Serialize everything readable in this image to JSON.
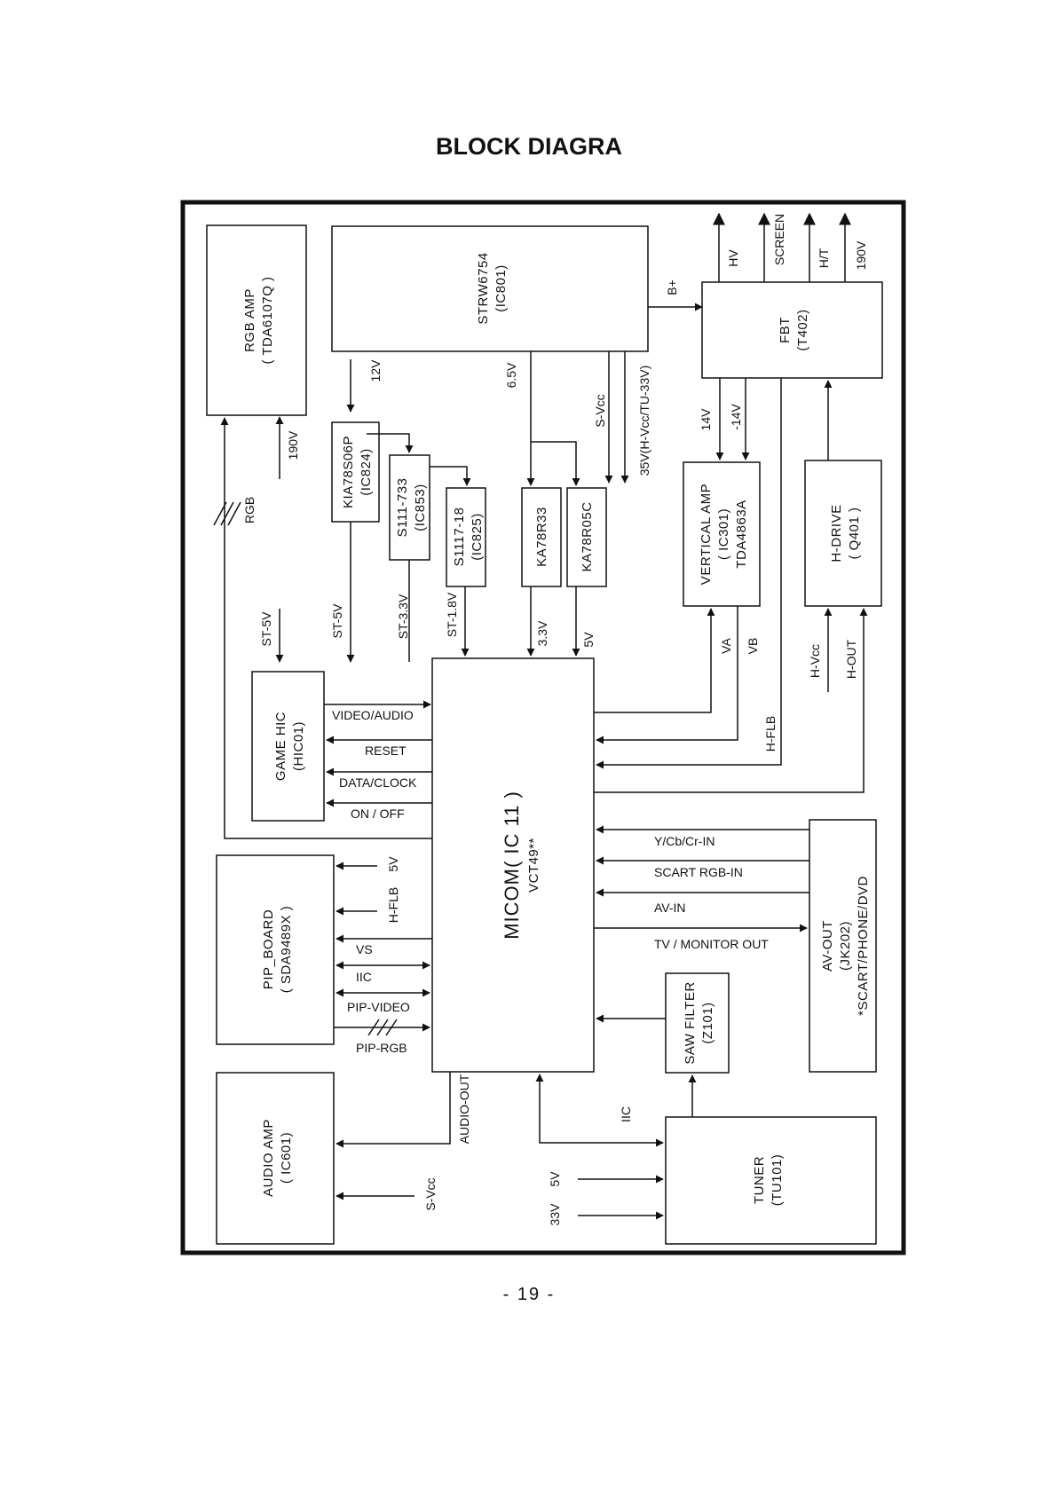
{
  "page": {
    "title": "BLOCK DIAGRA",
    "page_number": "- 19 -"
  },
  "blocks": {
    "rgb_amp": {
      "line1": "RGB AMP",
      "line2": "( TDA6107Q )"
    },
    "strw": {
      "line1": "STRW6754",
      "line2": "(IC801)"
    },
    "fbt": {
      "line1": "FBT",
      "line2": "(T402)"
    },
    "kia": {
      "line1": "KIA78S06P",
      "line2": "(IC824)"
    },
    "s111_733": {
      "line1": "S111-733",
      "line2": "(IC853)"
    },
    "s111_18": {
      "line1": "S1117-18",
      "line2": "(IC825)"
    },
    "ka78r33": {
      "line1": "KA78R33"
    },
    "ka78r05c": {
      "line1": "KA78R05C"
    },
    "vamp": {
      "line1": "VERTICAL AMP",
      "line2": "( IC301)",
      "line3": "TDA4863A"
    },
    "hdrive": {
      "line1": "H-DRIVE",
      "line2": "( Q401 )"
    },
    "game": {
      "line1": "GAME HIC",
      "line2": "(HIC01)"
    },
    "micom": {
      "line1": "MICOM( IC 11 )",
      "line2": "VCT49**"
    },
    "pip": {
      "line1": "PIP_BOARD",
      "line2": "( SDA9489X )"
    },
    "audio": {
      "line1": "AUDIO AMP",
      "line2": "( IC601)"
    },
    "saw": {
      "line1": "SAW FILTER",
      "line2": "(Z101)"
    },
    "avout": {
      "line1": "AV-OUT",
      "line2": "(JK202)",
      "line3": "*SCART/PHONE/DVD"
    },
    "tuner": {
      "line1": "TUNER",
      "line2": "(TU101)"
    }
  },
  "labels": {
    "hv": "HV",
    "screen": "SCREEN",
    "ht": "H/T",
    "v190_top": "190V",
    "bplus": "B+",
    "v12": "12V",
    "v65": "6.5V",
    "svcc_top": "S-Vcc",
    "v35": "35V(H-Vcc/TU-33V)",
    "v14": "14V",
    "vneg14": "-14V",
    "v190": "190V",
    "rgb": "RGB",
    "st5v_a": "ST-5V",
    "st5v_b": "ST-5V",
    "st33": "ST-3.3V",
    "st18": "ST-1.8V",
    "v33": "3.3V",
    "v5": "5V",
    "va": "VA",
    "vb": "VB",
    "hflb_right": "H-FLB",
    "hvcc": "H-Vcc",
    "hout": "H-OUT",
    "video_audio": "VIDEO/AUDIO",
    "reset": "RESET",
    "data_clock": "DATA/CLOCK",
    "on_off": "ON / OFF",
    "ycbcr": "Y/Cb/Cr-IN",
    "scart_rgb": "SCART RGB-IN",
    "av_in": "AV-IN",
    "tv_monitor": "TV / MONITOR OUT",
    "pip_5v": "5V",
    "pip_hflb": "H-FLB",
    "vs": "VS",
    "iic_pip": "IIC",
    "pip_video": "PIP-VIDEO",
    "pip_rgb": "PIP-RGB",
    "audio_out": "AUDIO-OUT",
    "svcc_bottom": "S-Vcc",
    "iic_tuner": "IIC",
    "tuner_5v": "5V",
    "tuner_33v": "33V"
  }
}
